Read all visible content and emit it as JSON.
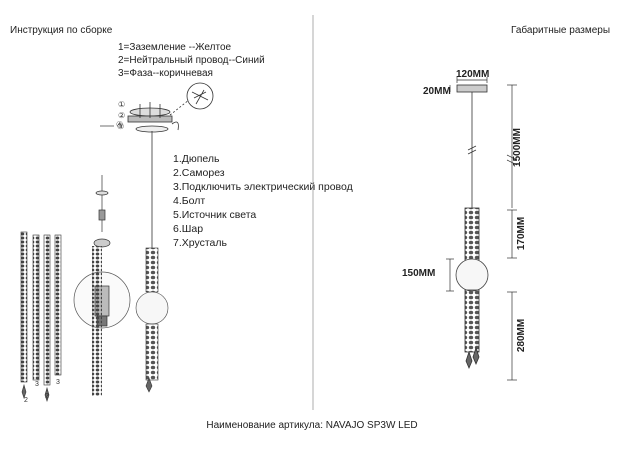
{
  "headers": {
    "assembly": "Инструкция по сборке",
    "dimensions": "Габаритные размеры"
  },
  "wires": [
    "1=Заземление --Желтое",
    "2=Нейтральный провод--Синий",
    "3=Фаза--коричневая"
  ],
  "parts": [
    "1.Дюпель",
    "2.Саморез",
    "3.Подключить электрический провод",
    "4.Болт",
    "5.Источник света",
    "6.Шар",
    "7.Хрусталь"
  ],
  "callouts": [
    "①",
    "②",
    "③",
    "④"
  ],
  "strand_labels": [
    "2",
    "3",
    "2",
    "3"
  ],
  "dimension_labels": {
    "canopy_width": "120MM",
    "canopy_height": "20MM",
    "cable_length": "1500MM",
    "upper_crystal": "170MM",
    "ball_diameter": "150MM",
    "lower_crystal": "280MM"
  },
  "footer": "Наименование артикула: NAVAJO SP3W LED"
}
